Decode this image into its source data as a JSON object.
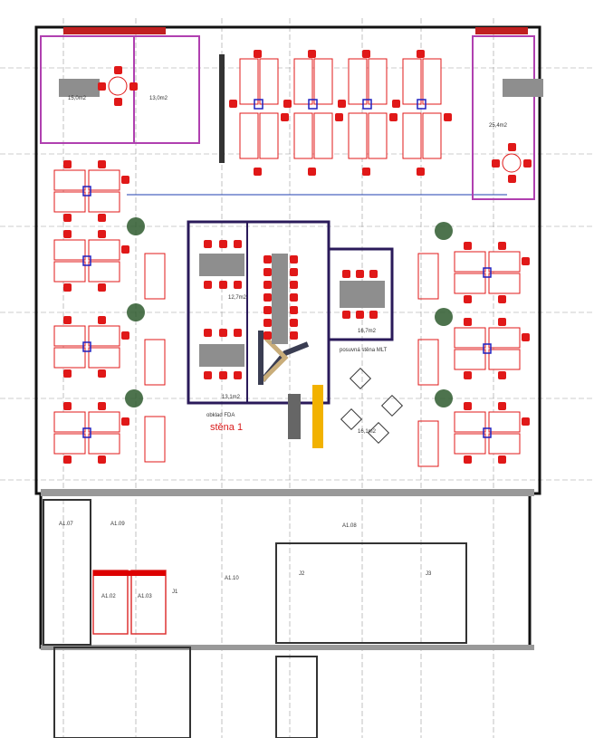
{
  "colors": {
    "wall": "#111111",
    "chair": "#e01818",
    "table": "#8e8e8e",
    "partition": "#c03cc0",
    "grid": "#1f3fb0",
    "tree": "#2e5a2e",
    "dim": "#888888"
  },
  "rooms": [
    {
      "name": "office-left",
      "area": "15,0m2"
    },
    {
      "name": "office-left-2",
      "area": "13,0m2"
    },
    {
      "name": "office-right",
      "area": "25,4m2"
    },
    {
      "name": "meeting-1",
      "area": "12,7m2"
    },
    {
      "name": "meeting-2",
      "area": "13,1m2"
    },
    {
      "name": "meeting-3",
      "area": "16,7m2"
    },
    {
      "name": "lounge",
      "area": "16,1m2"
    }
  ],
  "annotations": {
    "wall_label": "stěna 1",
    "cladding": "obklad FDA",
    "partition_label": "posuvná stěna MLT",
    "room_codes": [
      "A1.07",
      "A1.09",
      "A1.02",
      "A1.03",
      "J1",
      "A1.10",
      "A1.08",
      "J2",
      "J3"
    ]
  }
}
